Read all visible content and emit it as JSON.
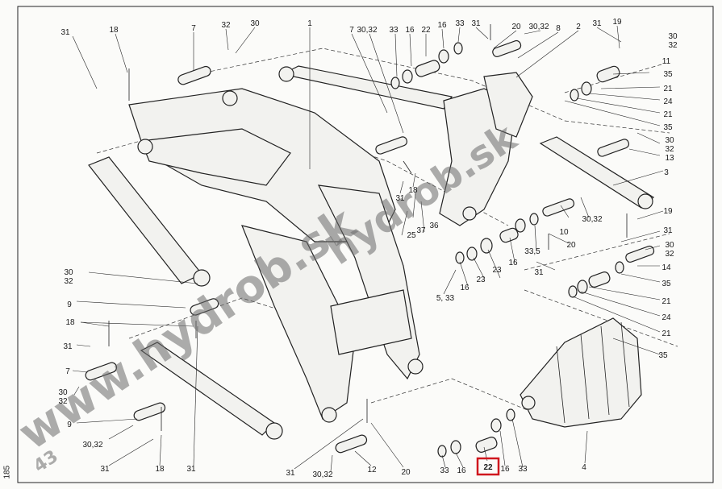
{
  "page_number": "185",
  "figure_number": "43",
  "watermark_url": "www.hydrob.sk",
  "watermark_brand": "hydrob.sk",
  "highlight_color": "#d0171e",
  "labels": [
    {
      "id": "l1",
      "text": "31"
    },
    {
      "id": "l2",
      "text": "18"
    },
    {
      "id": "l3",
      "text": "7"
    },
    {
      "id": "l4",
      "text": "32"
    },
    {
      "id": "l5",
      "text": "30"
    },
    {
      "id": "l6",
      "text": "1"
    },
    {
      "id": "l7",
      "text": "7"
    },
    {
      "id": "l8",
      "text": "30,32"
    },
    {
      "id": "l9",
      "text": "33"
    },
    {
      "id": "l10",
      "text": "16"
    },
    {
      "id": "l11",
      "text": "22"
    },
    {
      "id": "l12",
      "text": "16"
    },
    {
      "id": "l13",
      "text": "33"
    },
    {
      "id": "l14",
      "text": "31"
    },
    {
      "id": "l15",
      "text": "20"
    },
    {
      "id": "l16",
      "text": "30,32"
    },
    {
      "id": "l17",
      "text": "8"
    },
    {
      "id": "l18",
      "text": "2"
    },
    {
      "id": "l19",
      "text": "31"
    },
    {
      "id": "l20",
      "text": "19"
    },
    {
      "id": "l21",
      "text": "30"
    },
    {
      "id": "l22",
      "text": "32"
    },
    {
      "id": "l23",
      "text": "11"
    },
    {
      "id": "l24",
      "text": "35"
    },
    {
      "id": "l25",
      "text": "21"
    },
    {
      "id": "l26",
      "text": "24"
    },
    {
      "id": "l27",
      "text": "21"
    },
    {
      "id": "l28",
      "text": "35"
    },
    {
      "id": "l29",
      "text": "30"
    },
    {
      "id": "l30",
      "text": "32"
    },
    {
      "id": "l31",
      "text": "13"
    },
    {
      "id": "l32",
      "text": "3"
    },
    {
      "id": "l33",
      "text": "31"
    },
    {
      "id": "l34",
      "text": "18"
    },
    {
      "id": "l35",
      "text": "37"
    },
    {
      "id": "l36",
      "text": "25"
    },
    {
      "id": "l37",
      "text": "36"
    },
    {
      "id": "l38",
      "text": "10"
    },
    {
      "id": "l39",
      "text": "30,32"
    },
    {
      "id": "l40",
      "text": "19"
    },
    {
      "id": "l41",
      "text": "31"
    },
    {
      "id": "l42",
      "text": "20"
    },
    {
      "id": "l43",
      "text": "33,5"
    },
    {
      "id": "l44",
      "text": "31"
    },
    {
      "id": "l45",
      "text": "30"
    },
    {
      "id": "l46",
      "text": "32"
    },
    {
      "id": "l47",
      "text": "14"
    },
    {
      "id": "l48",
      "text": "35"
    },
    {
      "id": "l49",
      "text": "21"
    },
    {
      "id": "l50",
      "text": "24"
    },
    {
      "id": "l51",
      "text": "21"
    },
    {
      "id": "l52",
      "text": "35"
    },
    {
      "id": "l53",
      "text": "16"
    },
    {
      "id": "l54",
      "text": "23"
    },
    {
      "id": "l55",
      "text": "16"
    },
    {
      "id": "l56",
      "text": "23"
    },
    {
      "id": "l57",
      "text": "5, 33"
    },
    {
      "id": "l58",
      "text": "30"
    },
    {
      "id": "l59",
      "text": "32"
    },
    {
      "id": "l60",
      "text": "9"
    },
    {
      "id": "l61",
      "text": "18"
    },
    {
      "id": "l62",
      "text": "31"
    },
    {
      "id": "l63",
      "text": "7"
    },
    {
      "id": "l64",
      "text": "30"
    },
    {
      "id": "l65",
      "text": "32"
    },
    {
      "id": "l66",
      "text": "9"
    },
    {
      "id": "l67",
      "text": "30,32"
    },
    {
      "id": "l68",
      "text": "31"
    },
    {
      "id": "l69",
      "text": "18"
    },
    {
      "id": "l70",
      "text": "31"
    },
    {
      "id": "l71",
      "text": "31"
    },
    {
      "id": "l72",
      "text": "30,32"
    },
    {
      "id": "l73",
      "text": "12"
    },
    {
      "id": "l74",
      "text": "20"
    },
    {
      "id": "l75",
      "text": "33"
    },
    {
      "id": "l76",
      "text": "16"
    },
    {
      "id": "l77",
      "text": "22"
    },
    {
      "id": "l78",
      "text": "16"
    },
    {
      "id": "l79",
      "text": "33"
    },
    {
      "id": "l80",
      "text": "4"
    }
  ],
  "highlighted_label_id": "l77"
}
